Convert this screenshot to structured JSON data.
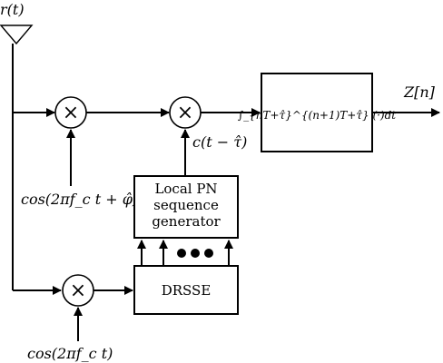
{
  "diagram": {
    "input_signal": "r(t)",
    "multiplier_symbol": "×",
    "top_cos_label": "cos(2πf_c t + φ̂)",
    "bottom_cos_label": "cos(2πf_c t)",
    "pn_code_label": "c(t − τ̂)",
    "pn_generator_label_lines": [
      "Local PN",
      "sequence",
      "generator"
    ],
    "drsse_label": "DRSSE",
    "integrator_label": "∫_{nT+τ̂}^{(n+1)T+τ̂} (·)dt",
    "output_label": "Z[n]"
  }
}
